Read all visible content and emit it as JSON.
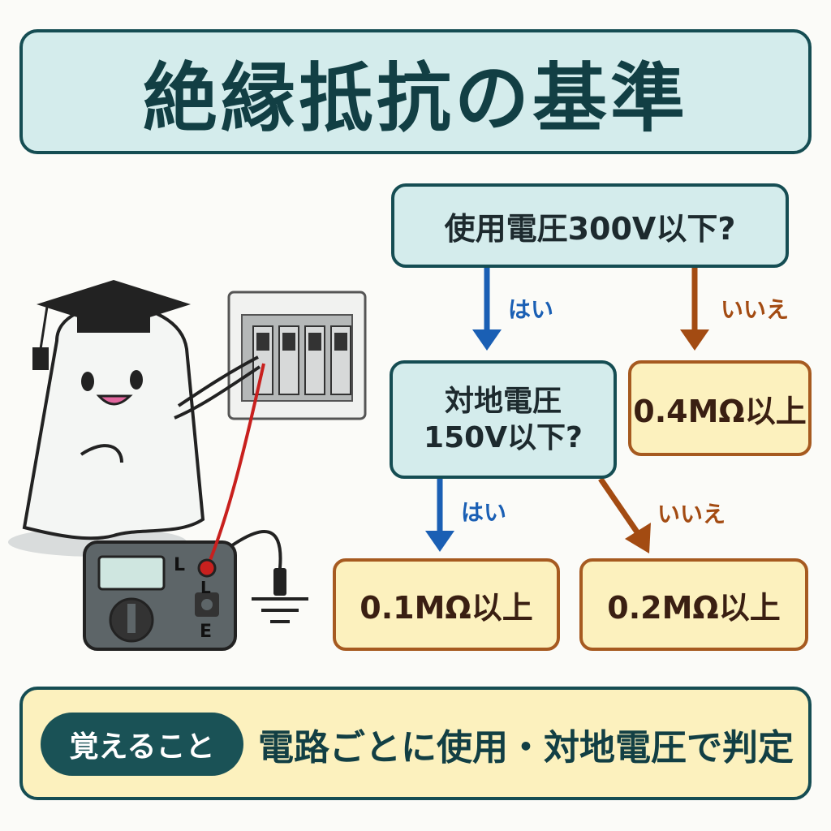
{
  "title": "絶縁抵抗の基準",
  "flow": {
    "question1": "使用電圧300V以下?",
    "question2_line1": "対地電圧",
    "question2_line2": "150V以下?",
    "yes_label_1": "はい",
    "no_label_1": "いいえ",
    "yes_label_2": "はい",
    "no_label_2": "いいえ",
    "result_04": "0.4MΩ以上",
    "result_01": "0.1MΩ以上",
    "result_02": "0.2MΩ以上"
  },
  "tester": {
    "terminal_l_top": "L",
    "terminal_l": "L",
    "terminal_e": "E"
  },
  "footer": {
    "badge": "覚えること",
    "text": "電路ごとに使用・対地電圧で判定"
  },
  "colors": {
    "teal_border": "#154d53",
    "teal_fill": "#d4ecec",
    "yellow_fill": "#fcf1be",
    "yes_blue": "#1a5fb4",
    "no_brown": "#a34b12",
    "probe_red": "#c8201e"
  },
  "icons": {
    "mascot": "ghost-graduate-icon",
    "breaker": "breaker-panel-icon",
    "tester": "insulation-tester-icon",
    "ground": "ground-symbol-icon"
  }
}
